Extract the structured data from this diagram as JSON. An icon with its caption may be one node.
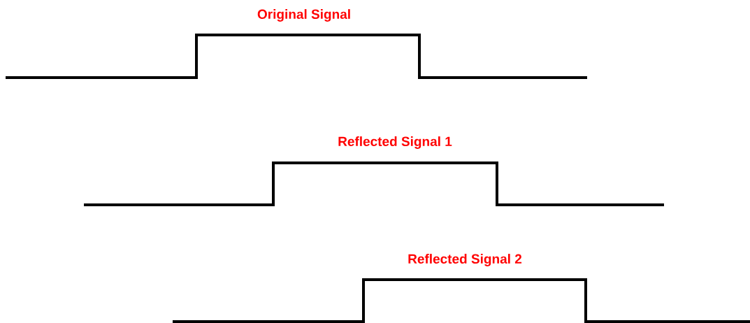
{
  "diagram": {
    "labels": [
      "Original Signal",
      "Reflected Signal 1",
      "Reflected Signal 2"
    ]
  }
}
